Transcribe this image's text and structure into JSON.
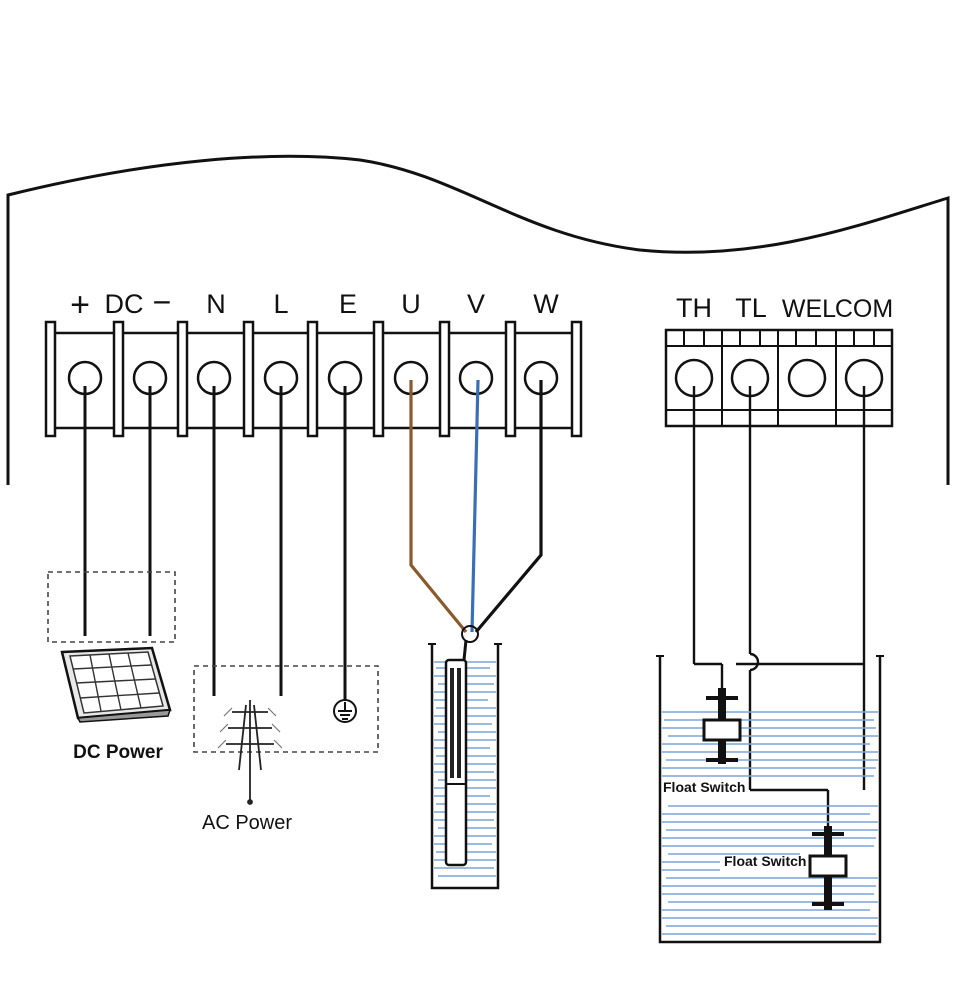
{
  "diagram": {
    "terminals": {
      "main": [
        "+",
        "DC",
        "−",
        "N",
        "L",
        "E",
        "U",
        "V",
        "W"
      ],
      "control": [
        "TH",
        "TL",
        "WEL",
        "COM"
      ]
    },
    "captions": {
      "dc_power": "DC Power",
      "ac_power": "AC Power",
      "float_switch_upper": "Float Switch",
      "float_switch_lower": "Float Switch"
    },
    "wire_colors": {
      "U": "#8a5a2b",
      "V": "#3a6fb5",
      "W": "#111111",
      "default": "#111111"
    },
    "icons": [
      "solar-panel-icon",
      "transmission-tower-icon",
      "ground-icon",
      "submersible-pump-icon",
      "water-tank-icon",
      "float-switch-icon"
    ]
  }
}
